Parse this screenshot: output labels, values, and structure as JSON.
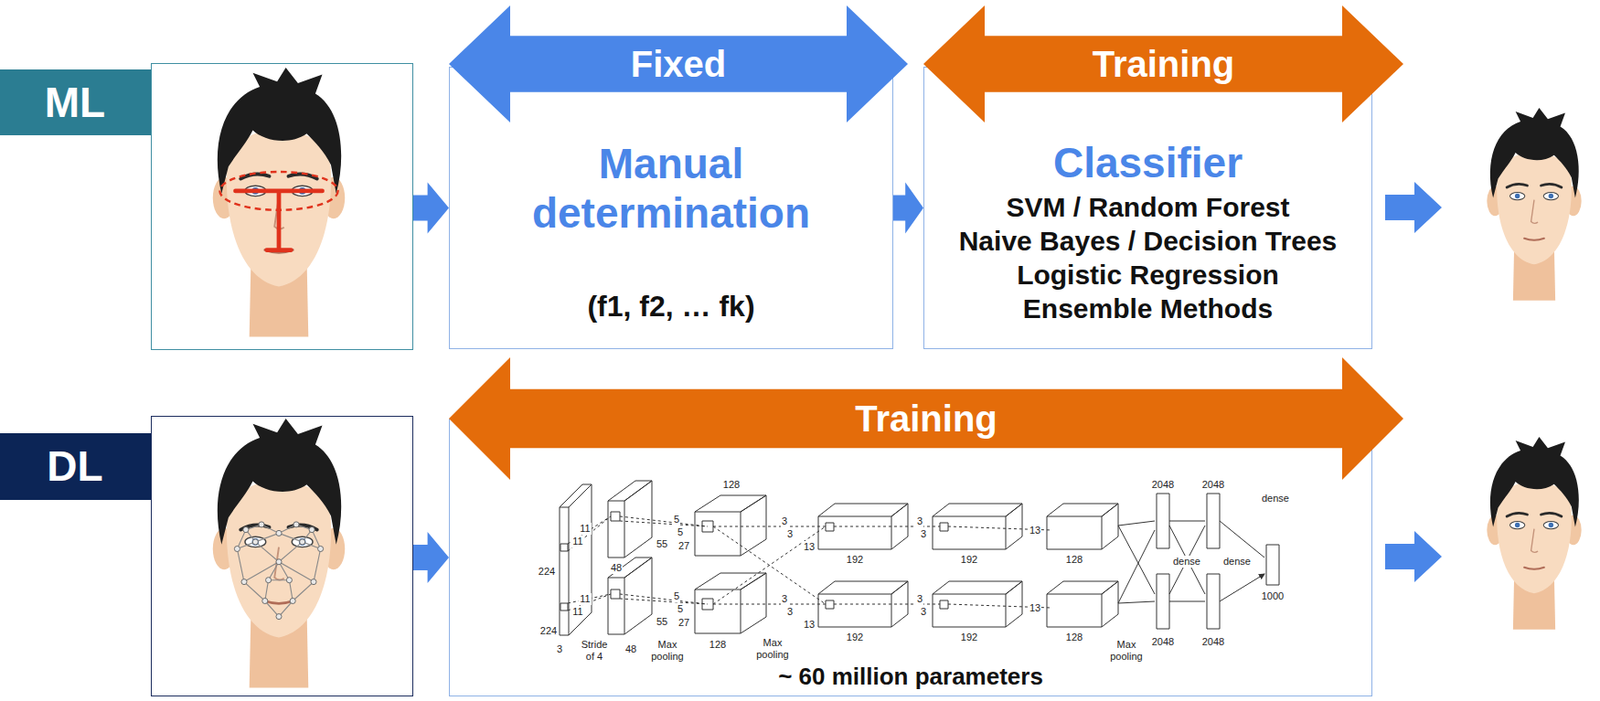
{
  "diagram": {
    "nodes": [
      {
        "text": [
          "ML"
        ]
      },
      {
        "text": [
          "Fixed"
        ]
      },
      {
        "text": [
          "Manual determination",
          "(f1, f2, … fk)"
        ]
      },
      {
        "text": [
          "Training"
        ]
      },
      {
        "text": [
          "Classifier",
          "SVM / Random Forest",
          "Naive Bayes / Decision Trees",
          "Logistic Regression",
          "Ensemble Methods"
        ]
      },
      {
        "text": [
          "DL"
        ]
      },
      {
        "text": [
          "Training"
        ]
      },
      {
        "text": [
          "~ 60 million parameters"
        ]
      }
    ],
    "edges": [
      {
        "from": 0,
        "to": 2,
        "arrow": "to"
      },
      {
        "from": 2,
        "to": 4,
        "arrow": "to"
      },
      {
        "from": 5,
        "to": 7,
        "arrow": "to"
      }
    ],
    "labels": [
      "11",
      "11",
      "224",
      "11",
      "11",
      "224",
      "Stride of 4",
      "3",
      "55",
      "48",
      "55",
      "48",
      "5",
      "5",
      "27",
      "128",
      "5",
      "5",
      "27",
      "128",
      "Max pooling",
      "Max pooling",
      "3",
      "3",
      "13",
      "192",
      "3",
      "3",
      "13",
      "192",
      "3",
      "3",
      "192",
      "3",
      "3",
      "192",
      "13",
      "128",
      "13",
      "128",
      "Max pooling",
      "2048",
      "2048",
      "dense",
      "dense",
      "dense",
      "2048",
      "2048",
      "1000"
    ]
  }
}
